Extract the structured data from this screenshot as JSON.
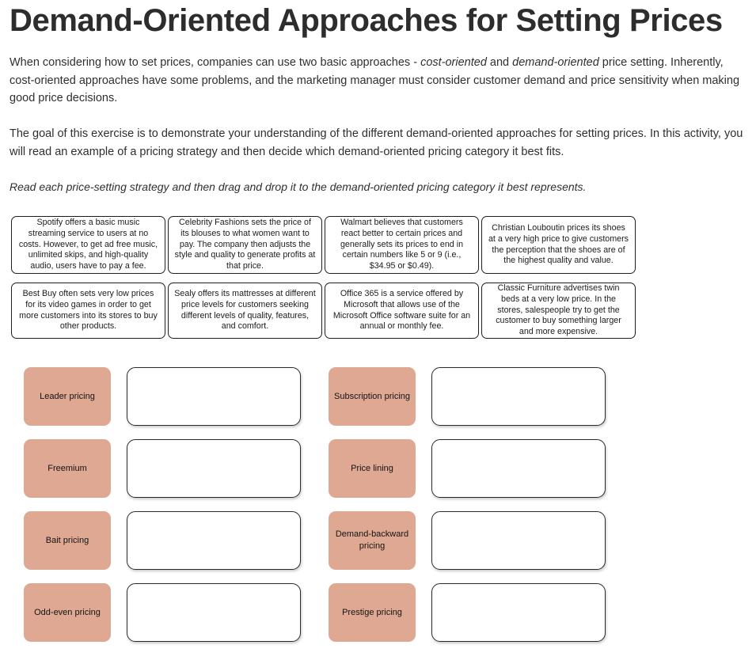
{
  "page": {
    "title": "Demand-Oriented Approaches for Setting Prices"
  },
  "intro": {
    "paragraph1_part1": "When considering how to set prices, companies can use two basic approaches - ",
    "paragraph1_em1": "cost-oriented",
    "paragraph1_part2": " and ",
    "paragraph1_em2": "demand-oriented",
    "paragraph1_part3": " price setting. Inherently, cost-oriented approaches have some problems, and the marketing manager must consider customer demand and price sensitivity when making good price decisions.",
    "paragraph2": "The goal of this exercise is to demonstrate your understanding of the different demand-oriented approaches for setting prices. In this activity, you will read an example of a pricing strategy and then decide which demand-oriented pricing category it best fits.",
    "instruction": "Read each price-setting strategy and then drag and drop it to the demand-oriented pricing category it best represents."
  },
  "strategy_cards": [
    {
      "id": "spotify",
      "text": "Spotify offers a basic music streaming service to users at no costs. However, to get ad free music, unlimited skips, and high-quality audio, users have to pay a fee."
    },
    {
      "id": "celebrity-fashions",
      "text": "Celebrity Fashions sets the price of its blouses to what women want to pay. The company then adjusts the style and quality to generate profits at that price."
    },
    {
      "id": "walmart",
      "text": "Walmart believes that customers react better to certain prices and generally sets its prices to end in certain numbers like 5 or 9 (i.e., $34.95 or $0.49)."
    },
    {
      "id": "christian-louboutin",
      "text": "Christian Louboutin prices its shoes at a very high price to give customers the perception that the shoes are of the highest quality and value."
    },
    {
      "id": "best-buy",
      "text": "Best Buy often sets very low prices for its video games in order to get more customers into its stores to buy other products."
    },
    {
      "id": "sealy",
      "text": "Sealy offers its mattresses at different price levels for customers seeking different levels of quality, features, and comfort."
    },
    {
      "id": "office-365",
      "text": "Office 365 is a service offered by Microsoft that allows use of the Microsoft Office software suite for an annual or monthly fee."
    },
    {
      "id": "classic-furniture",
      "text": "Classic Furniture advertises twin beds at a very low price. In the stores, salespeople try to get the customer to buy something larger and more expensive."
    }
  ],
  "categories": [
    {
      "id": "leader-pricing",
      "label": "Leader pricing",
      "dropped": ""
    },
    {
      "id": "subscription-pricing",
      "label": "Subscription pricing",
      "dropped": ""
    },
    {
      "id": "freemium",
      "label": "Freemium",
      "dropped": ""
    },
    {
      "id": "price-lining",
      "label": "Price lining",
      "dropped": ""
    },
    {
      "id": "bait-pricing",
      "label": "Bait pricing",
      "dropped": ""
    },
    {
      "id": "demand-backward-pricing",
      "label": "Demand-backward pricing",
      "dropped": ""
    },
    {
      "id": "odd-even-pricing",
      "label": "Odd-even pricing",
      "dropped": ""
    },
    {
      "id": "prestige-pricing",
      "label": "Prestige pricing",
      "dropped": ""
    }
  ],
  "colors": {
    "category_bg": "#dfa892",
    "card_border": "#1e1e1e",
    "text": "#2f2f2f",
    "title": "#2d2d2d"
  }
}
